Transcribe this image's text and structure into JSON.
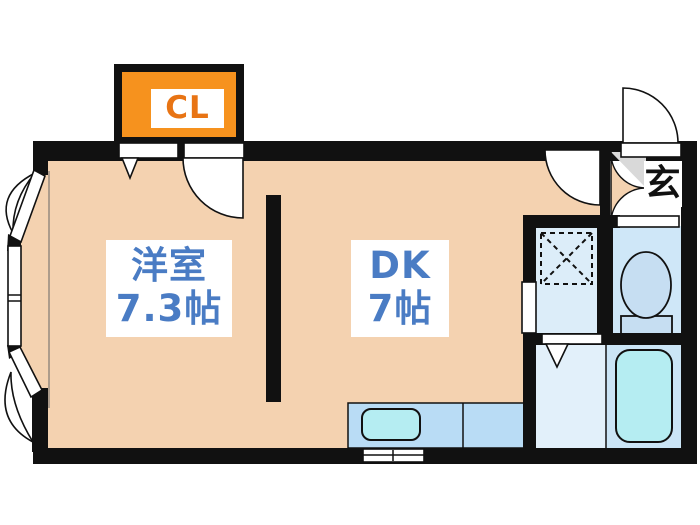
{
  "title": "1DK apartment floor plan",
  "rooms": {
    "western": {
      "label": "洋室",
      "area": "7.3帖"
    },
    "dining_kitchen": {
      "label": "DK",
      "area": "7帖"
    },
    "entrance": {
      "label": "玄"
    },
    "closet": {
      "label": "CL"
    }
  },
  "fixtures": [
    "bathtub",
    "toilet",
    "kitchen-sink",
    "kitchen-counter",
    "washing-machine-space",
    "front-door",
    "bay-window"
  ],
  "colors": {
    "wall": "#111111",
    "room_floor": "#F4D2B0",
    "closet_fill": "#F6921E",
    "closet_text": "#E87414",
    "room_text": "#4A7CC4",
    "entrance_text": "#111111",
    "washroom_floor": "#DCEDF9",
    "toilet_room_floor": "#CFE7F8",
    "bath_floor": "#CBE5F6",
    "bath_anteroom_floor": "#E2F0FA",
    "kitchen_counter": "#B9DCF5",
    "sink_and_tub": "#B5EDF2",
    "toilet_fixture": "#C6DEF2",
    "entrance_step_grey": "#D9D9D9"
  }
}
